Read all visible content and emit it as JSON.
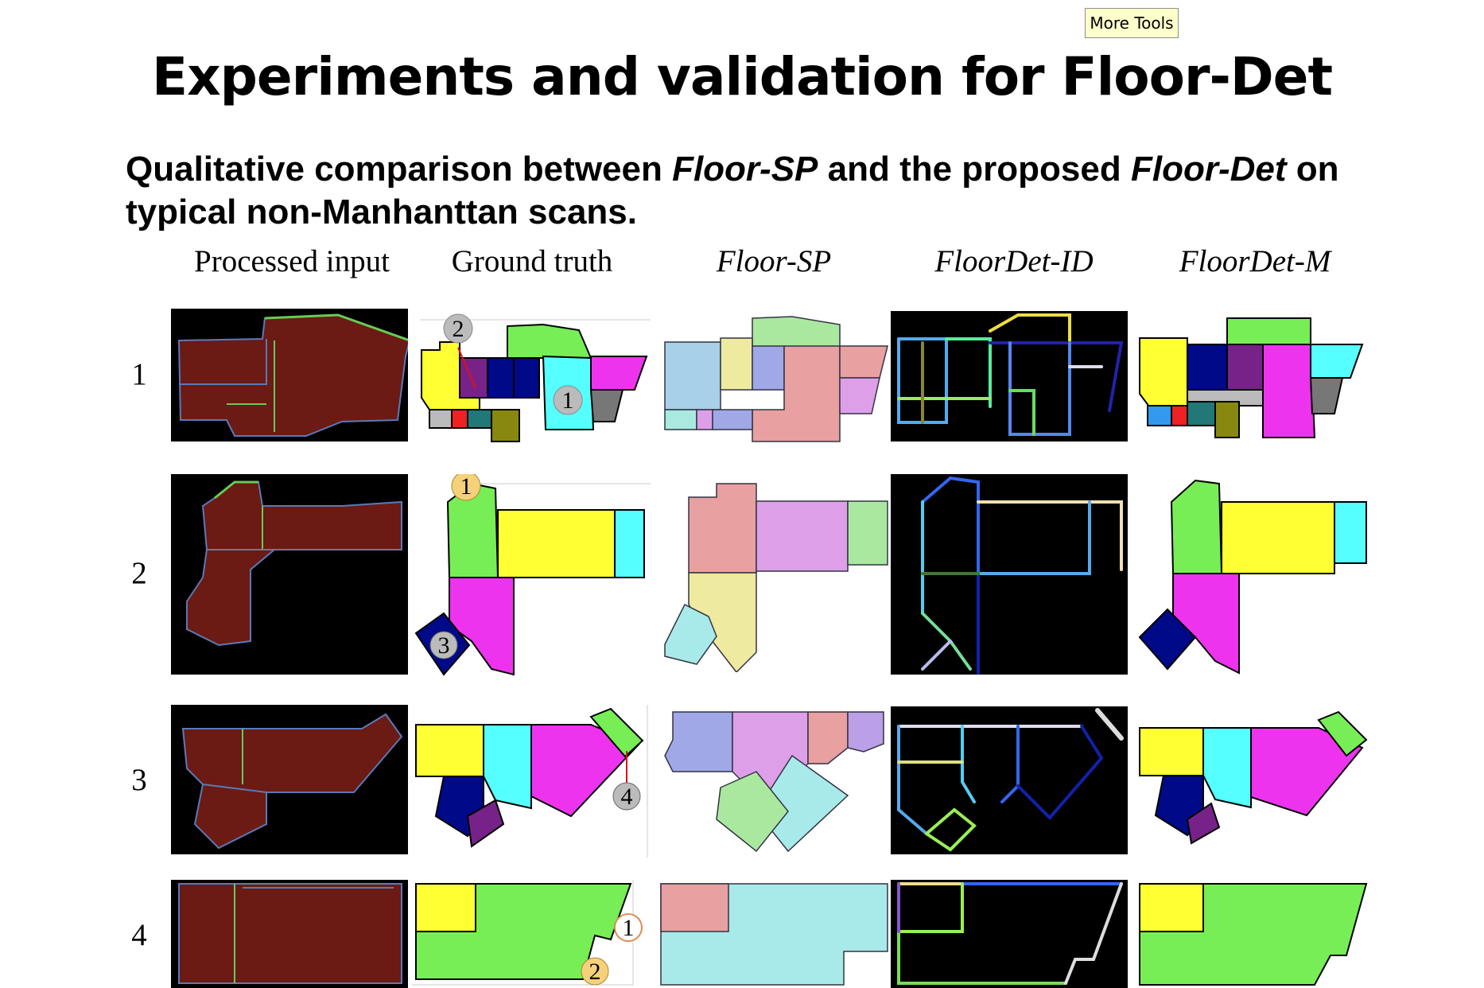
{
  "tooltip": {
    "text": "More Tools"
  },
  "slide": {
    "title": "Experiments and validation for Floor-Det",
    "subtitle": {
      "p1": "Qualitative comparison between ",
      "em1": "Floor-SP",
      "p2": " and the proposed ",
      "em2": "Floor-Det",
      "p3": " on typical non-Manhanttan scans."
    }
  },
  "figure": {
    "columns": [
      "Processed input",
      "Ground truth",
      "Floor-SP",
      "FloorDet-ID",
      "FloorDet-M"
    ],
    "rows": [
      "1",
      "2",
      "3",
      "4"
    ],
    "annotations": {
      "r1a": "2",
      "r1b": "1",
      "r2a": "1",
      "r2b": "3",
      "r3a": "4",
      "r4a": "1",
      "r4b": "2"
    }
  },
  "colors": {
    "room_yellow": "#ffff33",
    "room_green": "#77ee55",
    "room_cyan": "#55ffff",
    "room_magenta": "#ee33ee",
    "room_navy": "#000a88",
    "room_purple": "#772288",
    "room_olive": "#888811",
    "room_teal": "#227777",
    "room_red": "#ee2222",
    "room_gray": "#bbbbbb",
    "pastel_pink": "#e8a0a0",
    "pastel_blue": "#a0a8e8",
    "pastel_violet": "#dda0e8",
    "pastel_green": "#aae8a0",
    "pastel_yellow": "#eeeaa0",
    "pastel_cyan": "#a8eaea",
    "badge_gray": "#bbbbbb",
    "badge_orange": "#f5d27a"
  }
}
